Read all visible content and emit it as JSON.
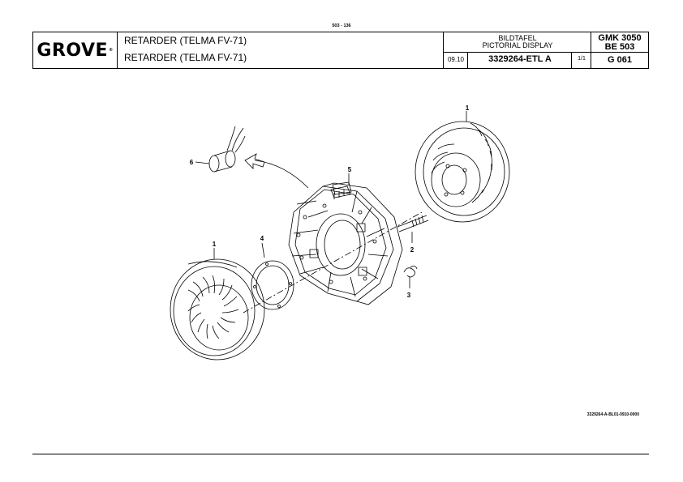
{
  "page_code": "503 - 136",
  "header": {
    "logo": "GROVE",
    "logo_mark": "®",
    "title_de": "RETARDER (TELMA FV-71)",
    "title_en": "RETARDER (TELMA FV-71)",
    "bildtafel": "BILDTAFEL",
    "pictorial": "PICTORIAL DISPLAY",
    "date": "09.10",
    "part_number": "3329264-ETL A",
    "sheet": "1/1",
    "model_line1": "GMK 3050",
    "model_line2": "BE 503",
    "group": "G 061"
  },
  "callouts": [
    "1",
    "6",
    "5",
    "1",
    "4",
    "2",
    "3"
  ],
  "drawing_ref": "3329264-A-BL01-0910-0000"
}
